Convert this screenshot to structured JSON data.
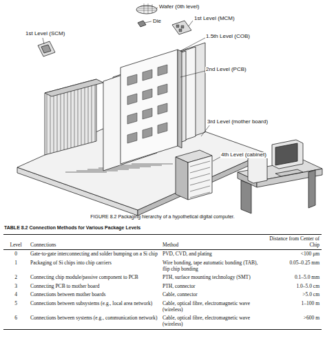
{
  "diagram": {
    "caption": "FIGURE 8.2 Packaging hierarchy of a hypothetical digital computer.",
    "labels": [
      "Wafer (0th level)",
      "Die",
      "1st Level (MCM)",
      "1st Level (SCM)",
      "1.5th Level (COB)",
      "2nd Level (PCB)",
      "3rd Level (mother board)",
      "4th Level (cabinet)",
      "TABLE 8.2 Connection Methods for Various Package Levels",
      "Level",
      "Connections",
      "Method",
      "Distance from Center of Chip",
      "0",
      "Gate-to-gate interconnecting and solder bumping on a Si chip",
      "PVD, CVD, and plating",
      "<100 μm",
      "1",
      "Packaging of Si chips into chip carriers",
      "Wire bonding, tape automatic bonding (TAB), flip chip bonding",
      "0.05–0.25 mm",
      "2",
      "Connecting chip module/passive component to PCB",
      "PTH, surface mounting technology (SMT)",
      "0.1–5.0 mm",
      "3",
      "Connecting PCB to mother board",
      "PTH, connector",
      "1.0–5.0 cm",
      "4",
      "Connections between mother boards",
      "Cable, connector",
      ">5.0 cm",
      "5",
      "Connections between subsystems (e.g., local area network)",
      "Cable, optical fibre, electromagnetic wave (wireless)",
      "1–100 m",
      "6",
      "Connections between systems (e.g., communication network)",
      "Cable, optical fibre, electromagnetic wave (wireless)",
      ">600 m"
    ]
  }
}
